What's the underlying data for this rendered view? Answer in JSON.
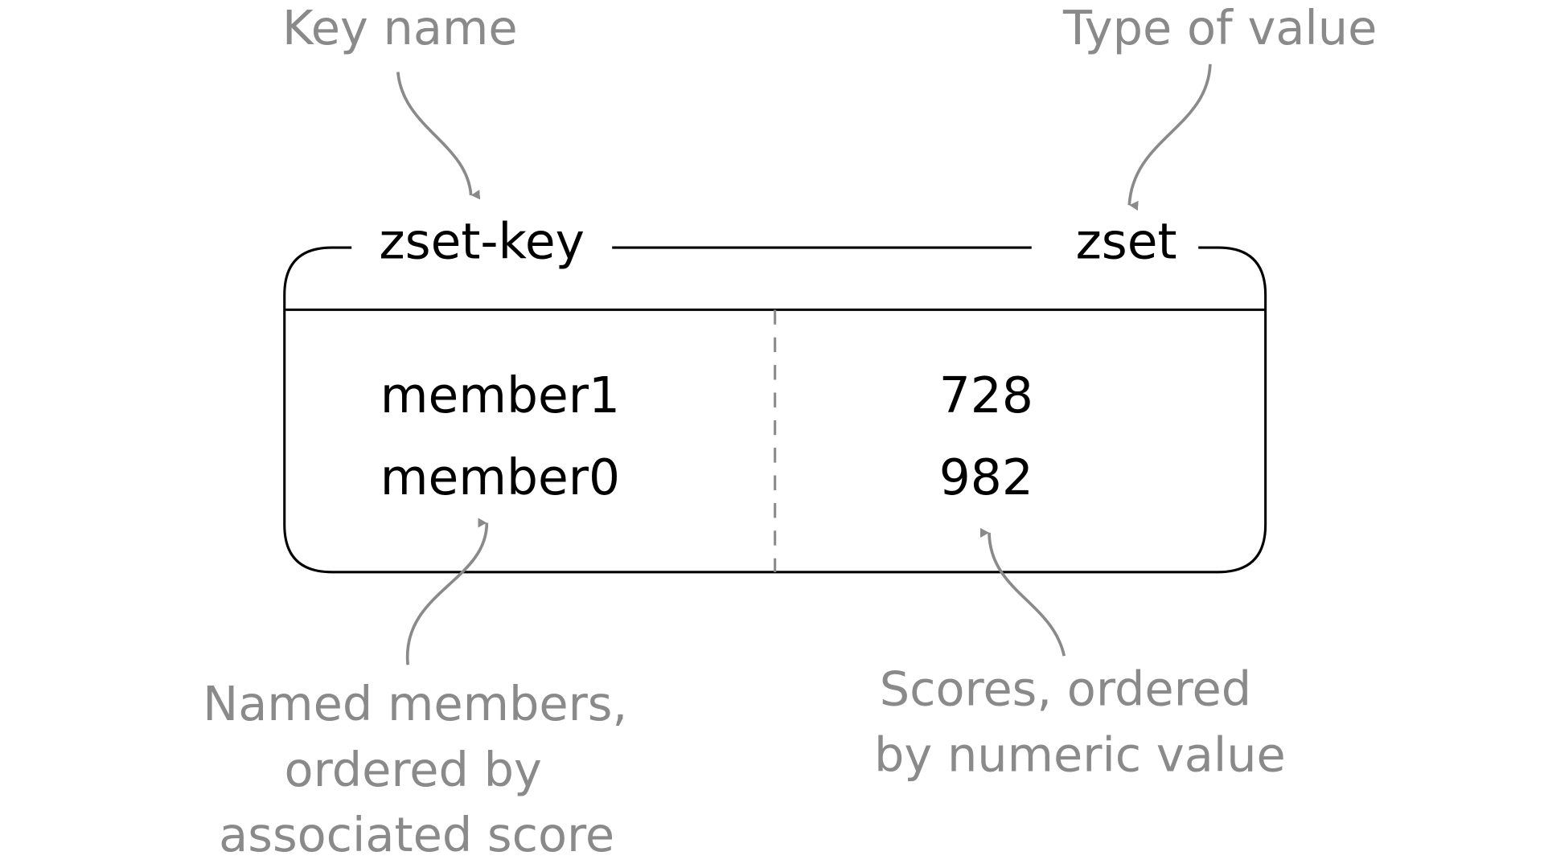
{
  "key": {
    "name": "zset-key",
    "type": "zset"
  },
  "rows": [
    {
      "member": "member1",
      "score": "728"
    },
    {
      "member": "member0",
      "score": "982"
    }
  ],
  "annotations": {
    "key_name": "Key name",
    "type_of_value": "Type of value",
    "members": [
      "Named members,",
      "ordered by",
      "associated score"
    ],
    "scores": [
      "Scores, ordered",
      "by numeric value"
    ]
  },
  "colors": {
    "structure": "#000000",
    "annotation": "#8a8a8a",
    "background": "#ffffff"
  }
}
